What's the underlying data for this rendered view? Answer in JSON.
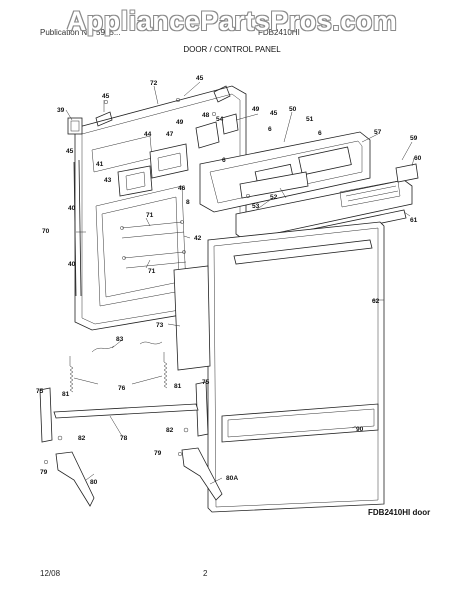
{
  "watermark": "AppliancePartsPros.com",
  "header": {
    "publication": "Publication No. 5995...",
    "model": "FDB2410HI",
    "section": "DOOR / CONTROL PANEL"
  },
  "figure_id": "FDB2410HI door",
  "footer": {
    "date": "12/08",
    "page": "2"
  },
  "callouts": {
    "c39": "39",
    "c45a": "45",
    "c45b": "45",
    "c45c": "45",
    "c45d": "45",
    "c72": "72",
    "c49": "49",
    "c50": "50",
    "c51": "51",
    "c48": "48",
    "c54": "54",
    "c47": "47",
    "c44": "44",
    "c6a": "6",
    "c6b": "6",
    "c6c": "6",
    "c57": "57",
    "c59": "59",
    "c60": "60",
    "c41": "41",
    "c43": "43",
    "c46": "46",
    "c52": "52",
    "c53": "53",
    "c8": "8",
    "c61": "61",
    "c40a": "40",
    "c40b": "40",
    "c70": "70",
    "c71a": "71",
    "c71b": "71",
    "c42": "42",
    "c62": "62",
    "c73": "73",
    "c83": "83",
    "c76": "76",
    "c75a": "75",
    "c75b": "75",
    "c81a": "81",
    "c81b": "81",
    "c78": "78",
    "c82a": "82",
    "c82b": "82",
    "c90": "90",
    "c79a": "79",
    "c79b": "79",
    "c80": "80",
    "c80a": "80A"
  }
}
